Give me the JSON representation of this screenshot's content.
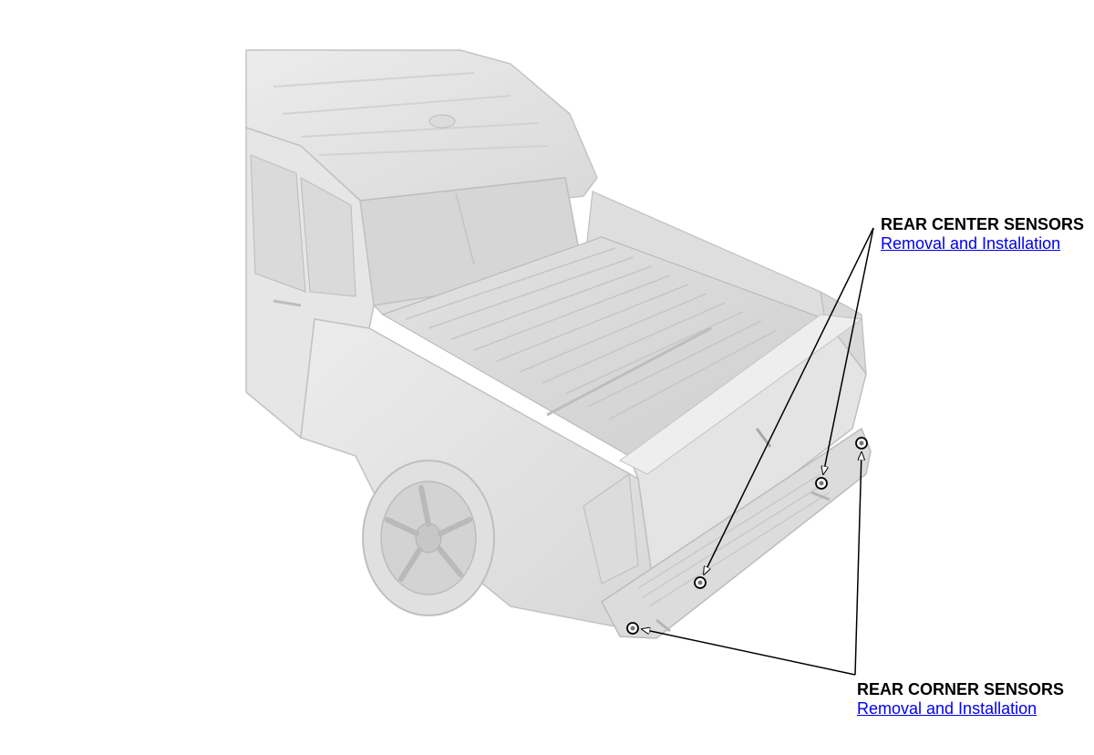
{
  "callouts": {
    "center": {
      "title": "REAR CENTER SENSORS",
      "link": "Removal and Installation"
    },
    "corner": {
      "title": "REAR CORNER SENSORS",
      "link": "Removal and Installation"
    }
  },
  "colors": {
    "link": "#0000ee",
    "body": "#e4e4e4",
    "outline": "#bdbdbd",
    "leader": "#000000"
  }
}
